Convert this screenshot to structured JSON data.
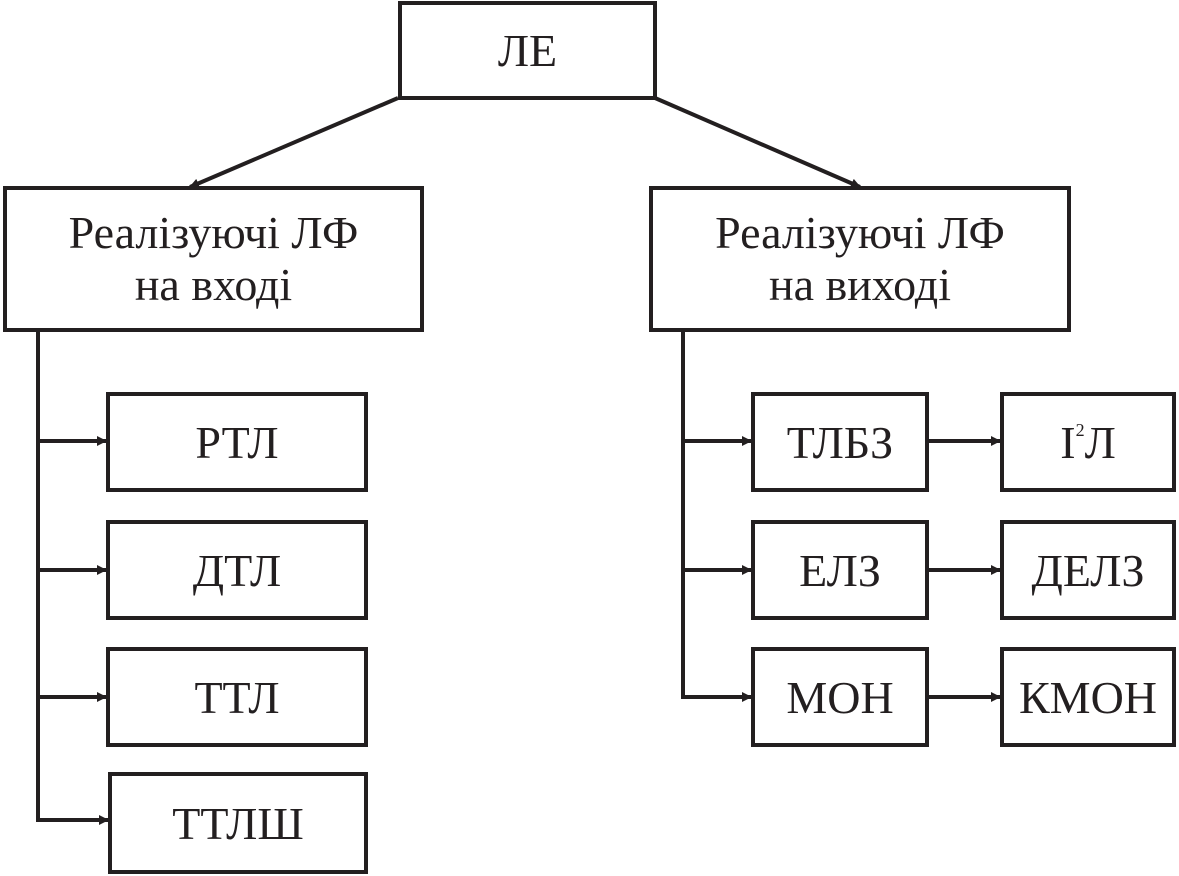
{
  "root": {
    "label": "ЛЕ"
  },
  "input_group": {
    "title_line1": "Реалізуючі ЛФ",
    "title_line2": "на вході",
    "items": [
      "РТЛ",
      "ДТЛ",
      "ТТЛ",
      "ТТЛШ"
    ]
  },
  "output_group": {
    "title_line1": "Реалізуючі ЛФ",
    "title_line2": "на виході",
    "rows": [
      {
        "left": "ТЛБЗ",
        "right_base": "І",
        "right_sup": "2",
        "right_tail": "Л"
      },
      {
        "left": "ЕЛЗ",
        "right": "ДЕЛЗ"
      },
      {
        "left": "МОН",
        "right": "КМОН"
      }
    ]
  },
  "colors": {
    "stroke": "#231f20",
    "background": "#ffffff"
  }
}
